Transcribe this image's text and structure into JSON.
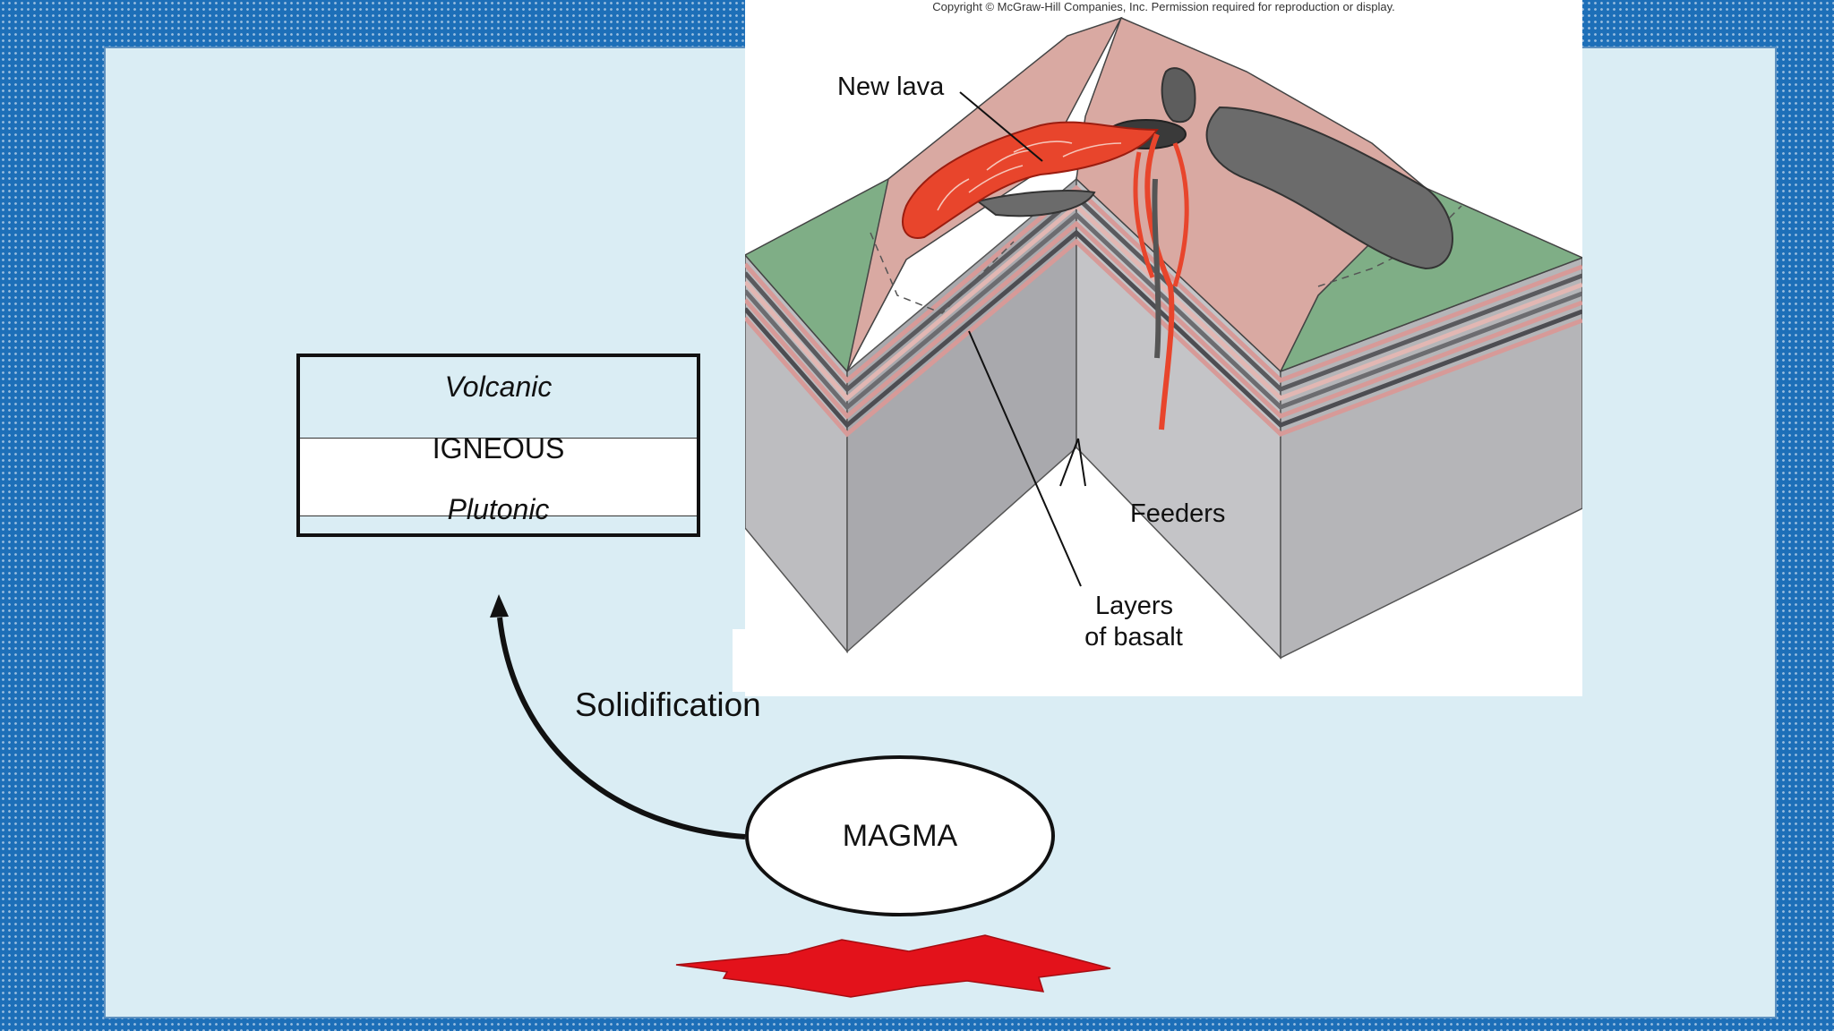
{
  "figure": {
    "copyright": "Copyright © McGraw-Hill Companies, Inc. Permission required for reproduction or display.",
    "labels": {
      "new_lava": "New lava",
      "feeders": "Feeders",
      "layers_line1": "Layers",
      "layers_line2": "of basalt"
    },
    "colors": {
      "grass": "#7fae86",
      "lava_flow": "#e8452c",
      "old_lava": "#6b6b6b",
      "cone": "#d9a9a2",
      "rock_face": "#c2c2c4",
      "basalt_stripe": "#d79a98"
    }
  },
  "classification": {
    "top": "Volcanic",
    "middle": "IGNEOUS",
    "bottom": "Plutonic"
  },
  "process": {
    "arrow_label": "Solidification",
    "source": "MAGMA",
    "heat_color": "#e3121b"
  }
}
